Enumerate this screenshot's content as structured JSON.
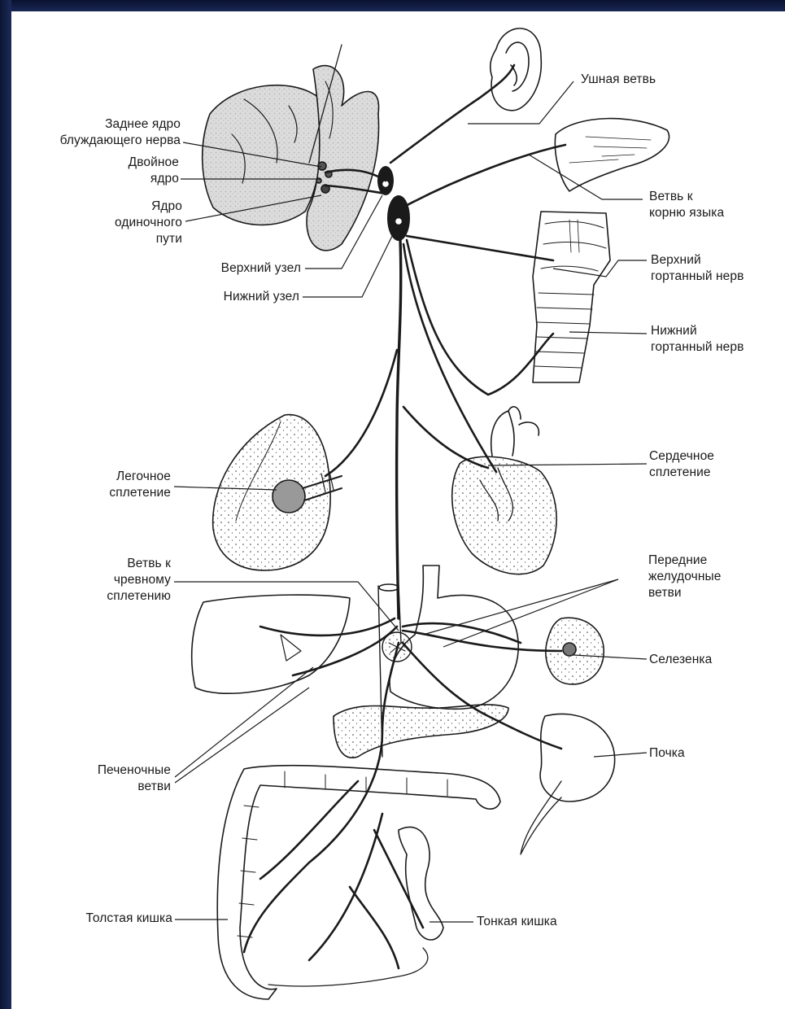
{
  "colors": {
    "frame": "#0d1838",
    "paper": "#ffffff",
    "ink": "#1a1a1a",
    "stipple": "#d9d9d9"
  },
  "labels": {
    "ushnaya": "Ушная ветвь",
    "zadnee_1": "Заднее ядро",
    "zadnee_2": "блуждающего нерва",
    "dvoinoe_1": "Двойное",
    "dvoinoe_2": "ядро",
    "odinochnogo_1": "Ядро",
    "odinochnogo_2": "одиночного",
    "odinochnogo_3": "пути",
    "verkhniy_uzel": "Верхний узел",
    "nizhniy_uzel": "Нижний узел",
    "koren_1": "Ветвь к",
    "koren_2": "корню языка",
    "verkh_gort_1": "Верхний",
    "verkh_gort_2": "гортанный нерв",
    "nizh_gort_1": "Нижний",
    "nizh_gort_2": "гортанный нерв",
    "serdechnoe_1": "Сердечное",
    "serdechnoe_2": "сплетение",
    "legochnoe_1": "Легочное",
    "legochnoe_2": "сплетение",
    "chrevnoe_1": "Ветвь к",
    "chrevnoe_2": "чревному",
    "chrevnoe_3": "сплетению",
    "zheludochnye_1": "Передние",
    "zheludochnye_2": "желудочные",
    "zheludochnye_3": "ветви",
    "selezenka": "Селезенка",
    "pechenochnye_1": "Печеночные",
    "pechenochnye_2": "ветви",
    "pochka": "Почка",
    "tolstaya": "Толстая кишка",
    "tonkaya": "Тонкая кишка"
  }
}
